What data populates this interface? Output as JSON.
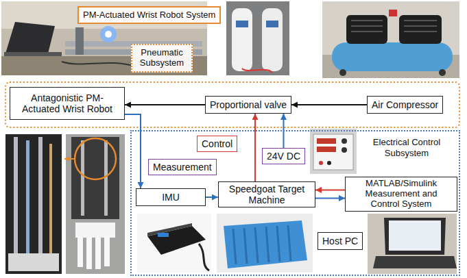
{
  "diagram": {
    "nodes": [
      {
        "text": [
          "PM-Actuated Wrist Robot System"
        ]
      },
      {
        "text": [
          "Pneumatic Subsystem"
        ]
      },
      {
        "text": [
          "Antagonistic PM-Actuated Wrist Robot"
        ]
      },
      {
        "text": [
          "Proportional valve"
        ]
      },
      {
        "text": [
          "Air Compressor"
        ]
      },
      {
        "text": [
          "Electrical Control Subsystem"
        ]
      },
      {
        "text": [
          "Control"
        ],
        "in": 5
      },
      {
        "text": [
          "24V DC"
        ],
        "in": 5
      },
      {
        "text": [
          "Measurement"
        ],
        "in": 5
      },
      {
        "text": [
          "IMU"
        ],
        "in": 5
      },
      {
        "text": [
          "Speedgoat Target Machine"
        ],
        "in": 5
      },
      {
        "text": [
          "MATLAB/Simulink Measurement and Control System"
        ],
        "in": 5
      },
      {
        "text": [
          "Host PC"
        ],
        "in": 5
      }
    ],
    "edges": [
      {
        "from": 4,
        "to": 3,
        "arrow": "to"
      },
      {
        "from": 3,
        "to": 2,
        "arrow": "to"
      },
      {
        "from": 2,
        "to": 9,
        "arrow": "to"
      },
      {
        "from": 9,
        "to": 10,
        "arrow": "to"
      },
      {
        "from": 10,
        "to": 3,
        "arrow": "to"
      },
      {
        "from": 7,
        "to": 3,
        "arrow": "to"
      },
      {
        "from": 11,
        "to": 10,
        "arrow": "to"
      },
      {
        "from": 10,
        "to": 11,
        "arrow": "to"
      }
    ]
  }
}
